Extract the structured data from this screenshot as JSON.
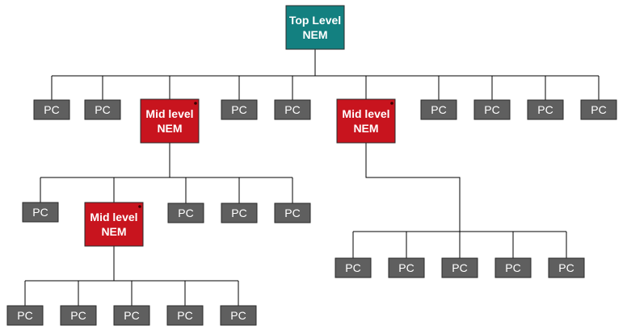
{
  "diagram": {
    "colors": {
      "top": "#138080",
      "mid": "#c8141e",
      "pc": "#5f5f5f",
      "line": "#000000",
      "text": "#ffffff"
    },
    "nodes": [
      {
        "id": "top",
        "type": "top",
        "label": [
          "Top Level",
          "NEM"
        ]
      },
      {
        "id": "pc-1",
        "type": "pc",
        "label": [
          "PC"
        ]
      },
      {
        "id": "pc-2",
        "type": "pc",
        "label": [
          "PC"
        ]
      },
      {
        "id": "mid-a",
        "type": "mid",
        "label": [
          "Mid level",
          "NEM"
        ]
      },
      {
        "id": "pc-3",
        "type": "pc",
        "label": [
          "PC"
        ]
      },
      {
        "id": "pc-4",
        "type": "pc",
        "label": [
          "PC"
        ]
      },
      {
        "id": "mid-b",
        "type": "mid",
        "label": [
          "Mid level",
          "NEM"
        ]
      },
      {
        "id": "pc-5",
        "type": "pc",
        "label": [
          "PC"
        ]
      },
      {
        "id": "pc-6",
        "type": "pc",
        "label": [
          "PC"
        ]
      },
      {
        "id": "pc-7",
        "type": "pc",
        "label": [
          "PC"
        ]
      },
      {
        "id": "pc-8",
        "type": "pc",
        "label": [
          "PC"
        ]
      },
      {
        "id": "pc-9",
        "type": "pc",
        "label": [
          "PC"
        ]
      },
      {
        "id": "mid-c",
        "type": "mid",
        "label": [
          "Mid level",
          "NEM"
        ]
      },
      {
        "id": "pc-10",
        "type": "pc",
        "label": [
          "PC"
        ]
      },
      {
        "id": "pc-11",
        "type": "pc",
        "label": [
          "PC"
        ]
      },
      {
        "id": "pc-12",
        "type": "pc",
        "label": [
          "PC"
        ]
      },
      {
        "id": "pc-13",
        "type": "pc",
        "label": [
          "PC"
        ]
      },
      {
        "id": "pc-14",
        "type": "pc",
        "label": [
          "PC"
        ]
      },
      {
        "id": "pc-15",
        "type": "pc",
        "label": [
          "PC"
        ]
      },
      {
        "id": "pc-16",
        "type": "pc",
        "label": [
          "PC"
        ]
      },
      {
        "id": "pc-17",
        "type": "pc",
        "label": [
          "PC"
        ]
      },
      {
        "id": "pc-18",
        "type": "pc",
        "label": [
          "PC"
        ]
      },
      {
        "id": "pc-19",
        "type": "pc",
        "label": [
          "PC"
        ]
      },
      {
        "id": "pc-20",
        "type": "pc",
        "label": [
          "PC"
        ]
      },
      {
        "id": "pc-21",
        "type": "pc",
        "label": [
          "PC"
        ]
      },
      {
        "id": "pc-22",
        "type": "pc",
        "label": [
          "PC"
        ]
      }
    ],
    "edges": [
      [
        "top",
        "pc-1"
      ],
      [
        "top",
        "pc-2"
      ],
      [
        "top",
        "mid-a"
      ],
      [
        "top",
        "pc-3"
      ],
      [
        "top",
        "pc-4"
      ],
      [
        "top",
        "mid-b"
      ],
      [
        "top",
        "pc-5"
      ],
      [
        "top",
        "pc-6"
      ],
      [
        "top",
        "pc-7"
      ],
      [
        "top",
        "pc-8"
      ],
      [
        "mid-a",
        "pc-9"
      ],
      [
        "mid-a",
        "mid-c"
      ],
      [
        "mid-a",
        "pc-10"
      ],
      [
        "mid-a",
        "pc-11"
      ],
      [
        "mid-a",
        "pc-12"
      ],
      [
        "mid-c",
        "pc-13"
      ],
      [
        "mid-c",
        "pc-14"
      ],
      [
        "mid-c",
        "pc-15"
      ],
      [
        "mid-c",
        "pc-16"
      ],
      [
        "mid-c",
        "pc-17"
      ],
      [
        "mid-b",
        "pc-18"
      ],
      [
        "mid-b",
        "pc-19"
      ],
      [
        "mid-b",
        "pc-20"
      ],
      [
        "mid-b",
        "pc-21"
      ],
      [
        "mid-b",
        "pc-22"
      ]
    ]
  }
}
